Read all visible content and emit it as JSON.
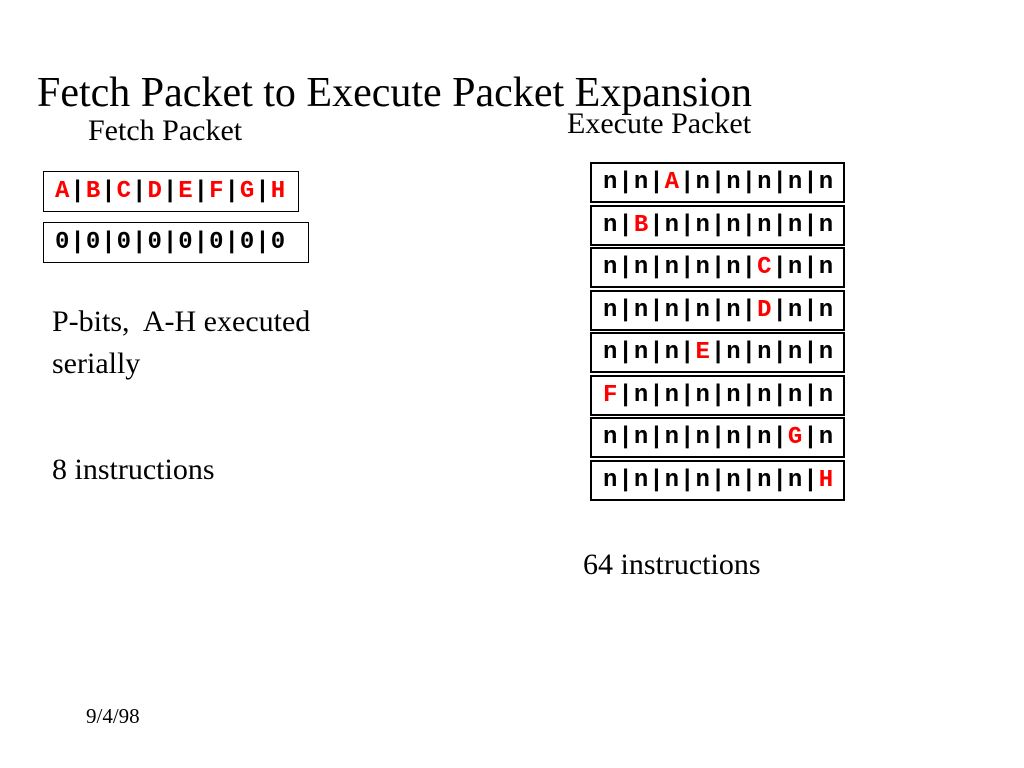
{
  "slide": {
    "title": "Fetch Packet to Execute Packet Expansion",
    "date": "9/4/98",
    "background": "#ffffff"
  },
  "separator": "|",
  "colors": {
    "highlight": "#ff0000",
    "text": "#000000",
    "border": "#000000"
  },
  "fetch_packet": {
    "heading": "Fetch Packet",
    "instructions": [
      "A",
      "B",
      "C",
      "D",
      "E",
      "F",
      "G",
      "H"
    ],
    "p_bits": [
      "0",
      "0",
      "0",
      "0",
      "0",
      "0",
      "0",
      "0"
    ],
    "note": "P-bits,  A-H executed\nserially",
    "count_label": "8 instructions"
  },
  "execute_packet": {
    "heading": "Execute Packet",
    "rows": [
      [
        "n",
        "n",
        "A",
        "n",
        "n",
        "n",
        "n",
        "n"
      ],
      [
        "n",
        "B",
        "n",
        "n",
        "n",
        "n",
        "n",
        "n"
      ],
      [
        "n",
        "n",
        "n",
        "n",
        "n",
        "C",
        "n",
        "n"
      ],
      [
        "n",
        "n",
        "n",
        "n",
        "n",
        "D",
        "n",
        "n"
      ],
      [
        "n",
        "n",
        "n",
        "E",
        "n",
        "n",
        "n",
        "n"
      ],
      [
        "F",
        "n",
        "n",
        "n",
        "n",
        "n",
        "n",
        "n"
      ],
      [
        "n",
        "n",
        "n",
        "n",
        "n",
        "n",
        "G",
        "n"
      ],
      [
        "n",
        "n",
        "n",
        "n",
        "n",
        "n",
        "n",
        "H"
      ]
    ],
    "count_label": "64 instructions"
  }
}
